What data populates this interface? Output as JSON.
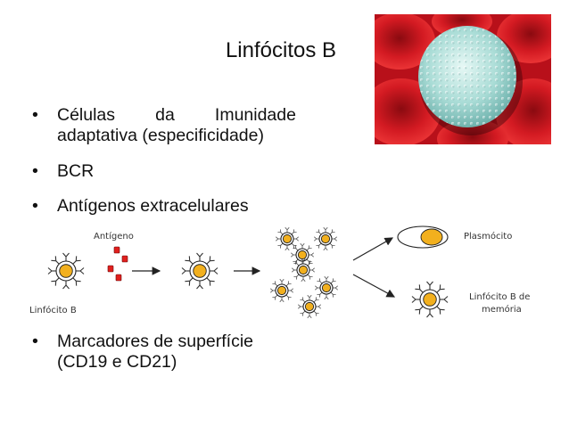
{
  "slide": {
    "title": "Linfócitos B",
    "bullets": [
      {
        "line1_words": [
          "Células",
          "da",
          "Imunidade"
        ],
        "line2": "adaptativa (especificidade)"
      },
      {
        "text": "BCR"
      },
      {
        "text": "Antígenos extracelulares"
      },
      {
        "line1": "Marcadores de superfície",
        "line2": "(CD19 e CD21)"
      }
    ],
    "bullet_symbol": "•"
  },
  "diagram": {
    "labels": {
      "antigen": "Antígeno",
      "lymphocyte": "Linfócito B",
      "plasmocyte": "Plasmócito",
      "memory_line1": "Linfócito B de",
      "memory_line2": "memória"
    },
    "colors": {
      "nucleus": "#F2B01E",
      "antigen": "#E0201E",
      "cell_outline": "#222222",
      "receptor": "#333333"
    }
  },
  "photo": {
    "description_icon": "b-lymphocyte-micrograph",
    "colors": {
      "red_cells": "#C8141C",
      "lymphocyte": "#A8DCD8"
    }
  }
}
